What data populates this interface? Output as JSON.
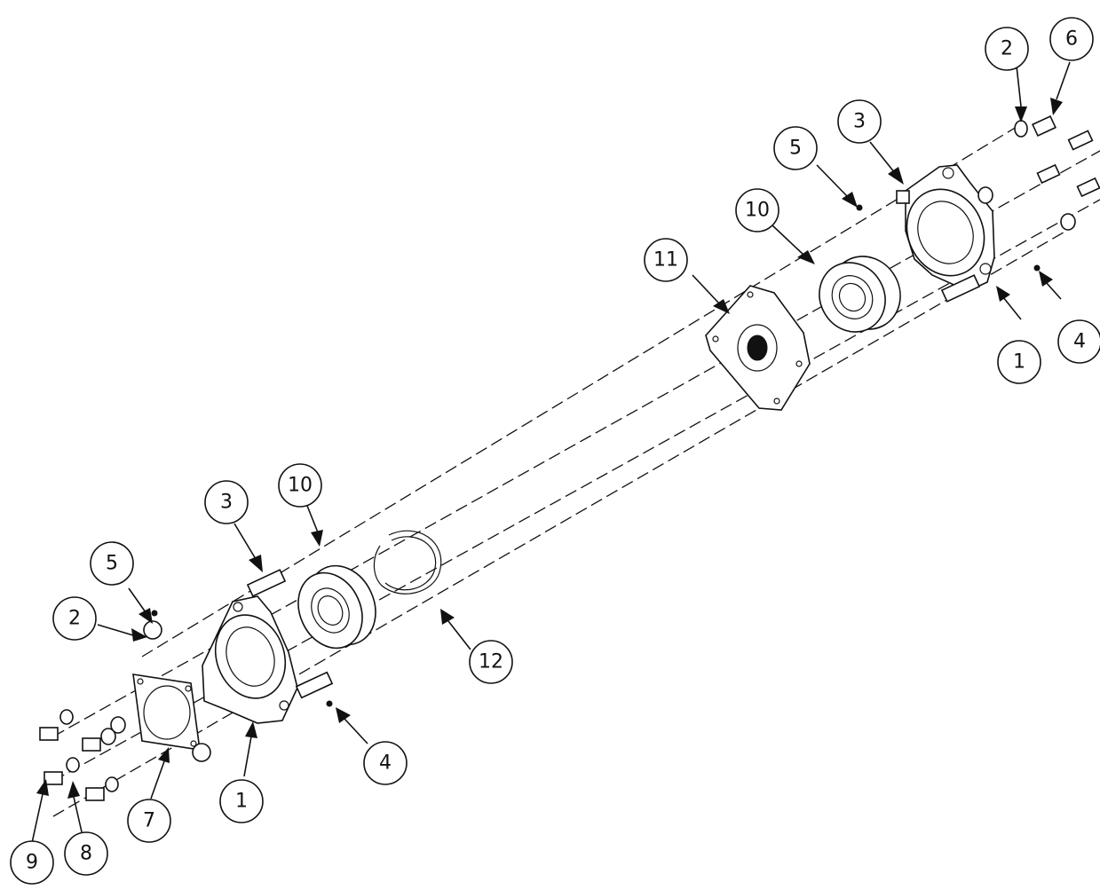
{
  "balloons": {
    "b1": "2",
    "b2": "6",
    "b3": "3",
    "b4": "5",
    "b5": "10",
    "b6": "11",
    "b7": "4",
    "b8": "1",
    "b9": "10",
    "b10": "3",
    "b11": "5",
    "b12": "2",
    "b13": "12",
    "b14": "4",
    "b15": "1",
    "b16": "7",
    "b17": "8",
    "b18": "9"
  }
}
